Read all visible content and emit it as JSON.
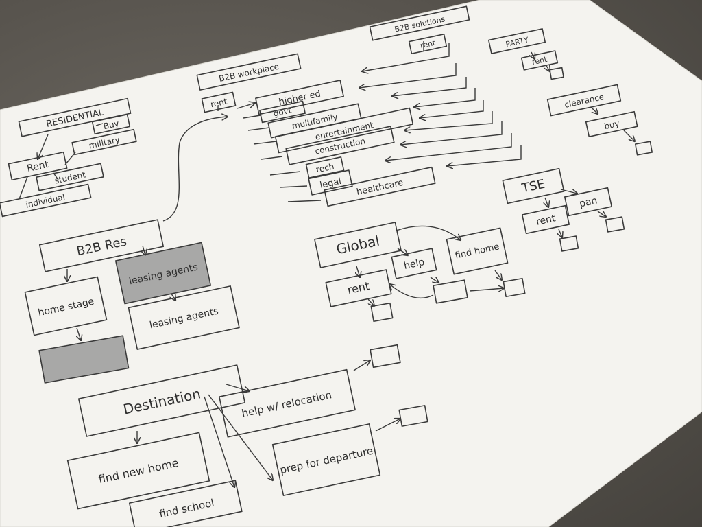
{
  "colors": {
    "ink": "#3a3a3a",
    "paper": "#f4f3ef",
    "table": "#5b5751",
    "shade": "#8f8f8f"
  },
  "nodes": {
    "residential": "RESIDENTIAL",
    "buy": "Buy",
    "rent_residential": "Rent",
    "military": "military",
    "student": "student",
    "individual": "individual",
    "b2b_workplace": "B2B workplace",
    "rent_workplace": "rent",
    "higher_ed": "higher ed",
    "govt": "govt",
    "multifamily": "multifamily",
    "entertainment": "entertainment",
    "construction": "construction",
    "tech": "tech",
    "legal": "legal",
    "healthcare": "healthcare",
    "b2b_solutions": "B2B solutions",
    "rent_solutions": "rent",
    "party": "PARTY",
    "rent_party": "rent",
    "clearance": "clearance",
    "buy_clearance": "buy",
    "tse": "TSE",
    "rent_tse": "rent",
    "pan": "pan",
    "b2b_res": "B2B Res",
    "home_stage": "home stage",
    "leasing_agents_1": "leasing agents",
    "leasing_agents_2": "leasing agents",
    "global": "Global",
    "help_global": "help",
    "find_home": "find home",
    "rent_global": "rent",
    "destination": "Destination",
    "help_relocation": "help w/ relocation",
    "prep_departure": "prep for departure",
    "find_new_home": "find new home",
    "find_school": "find school"
  }
}
